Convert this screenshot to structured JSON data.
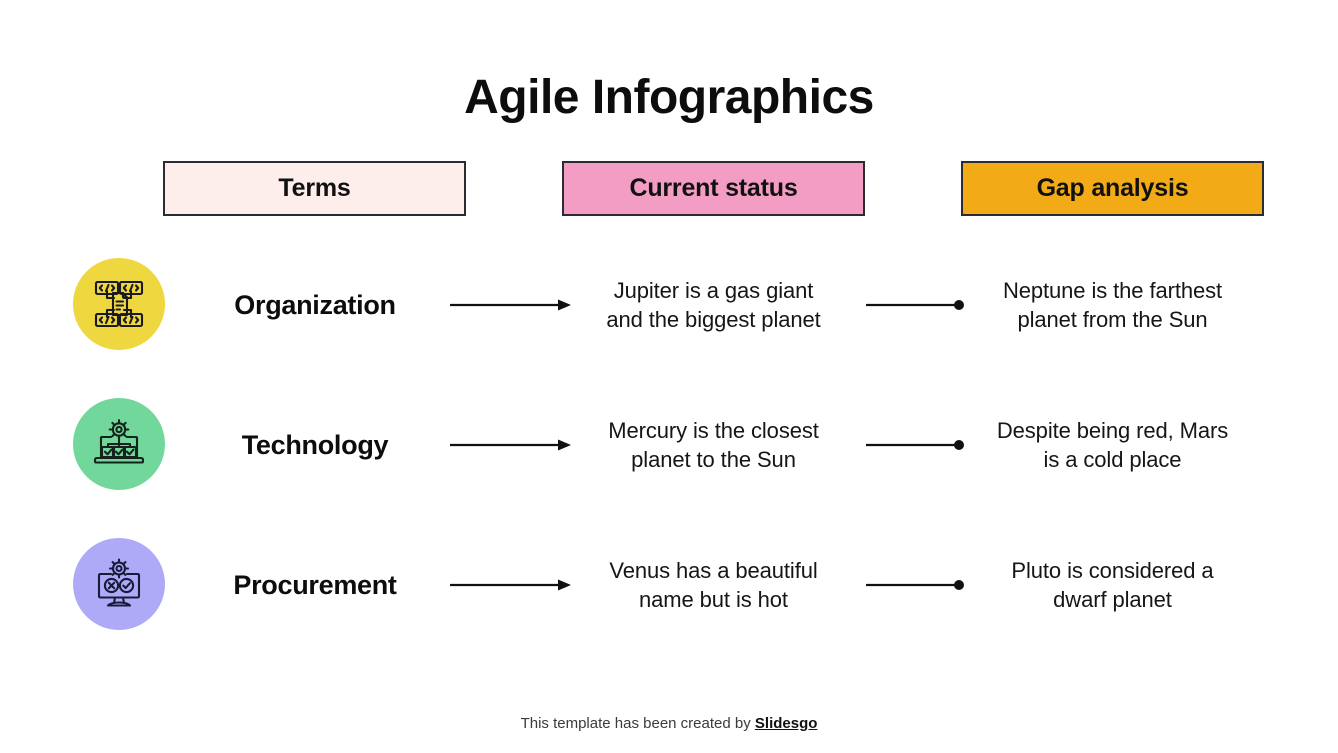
{
  "slide": {
    "title": "Agile Infographics",
    "background_color": "#ffffff"
  },
  "columns": [
    {
      "label": "Terms",
      "bg_color": "#fdeeec",
      "border_color": "#2b2b33"
    },
    {
      "label": "Current status",
      "bg_color": "#f39cc4",
      "border_color": "#2b2b33"
    },
    {
      "label": "Gap analysis",
      "bg_color": "#f2ab16",
      "border_color": "#2b2b33"
    }
  ],
  "rows": [
    {
      "term": "Organization",
      "icon": "sitemap-code-icon",
      "icon_bg": "#efd73f",
      "status": "Jupiter is a gas giant and the biggest planet",
      "status_line1": "Jupiter is a gas giant",
      "status_line2": "and the biggest planet",
      "gap": "Neptune is the farthest planet from the Sun",
      "gap_line1": "Neptune is the farthest",
      "gap_line2": "planet from the Sun"
    },
    {
      "term": "Technology",
      "icon": "laptop-gear-checklist-icon",
      "icon_bg": "#72d79b",
      "status": "Mercury is the closest planet to the Sun",
      "status_line1": "Mercury is the closest",
      "status_line2": "planet to the Sun",
      "gap": "Despite being red, Mars is a cold place",
      "gap_line1": "Despite being red, Mars",
      "gap_line2": "is a cold place"
    },
    {
      "term": "Procurement",
      "icon": "monitor-gear-approval-icon",
      "icon_bg": "#aeaaf7",
      "status": "Venus has a beautiful name but is hot",
      "status_line1": "Venus has a beautiful",
      "status_line2": "name but is hot",
      "gap": "Pluto is considered a dwarf planet",
      "gap_line1": "Pluto is considered a",
      "gap_line2": "dwarf planet"
    }
  ],
  "connectors": {
    "arrow_color": "#111111",
    "dot_color": "#111111"
  },
  "footer": {
    "text": "This template has been created by ",
    "brand": "Slidesgo"
  }
}
